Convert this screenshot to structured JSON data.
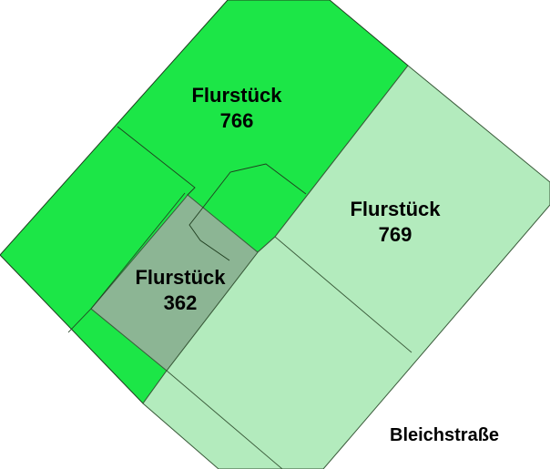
{
  "map": {
    "colors": {
      "parcel_766": "#1ce647",
      "parcel_769": "#b3ebbd",
      "parcel_362": "#8cb594",
      "boundary": "#2a4a2a",
      "background": "#ffffff"
    },
    "parcels": [
      {
        "id": "766",
        "label_line1": "Flurstück",
        "label_line2": "766",
        "fill": "bright-green"
      },
      {
        "id": "769",
        "label_line1": "Flurstück",
        "label_line2": "769",
        "fill": "light-green"
      },
      {
        "id": "362",
        "label_line1": "Flurstück",
        "label_line2": "362",
        "fill": "gray-green"
      }
    ],
    "street": {
      "name": "Bleichstraße"
    }
  }
}
